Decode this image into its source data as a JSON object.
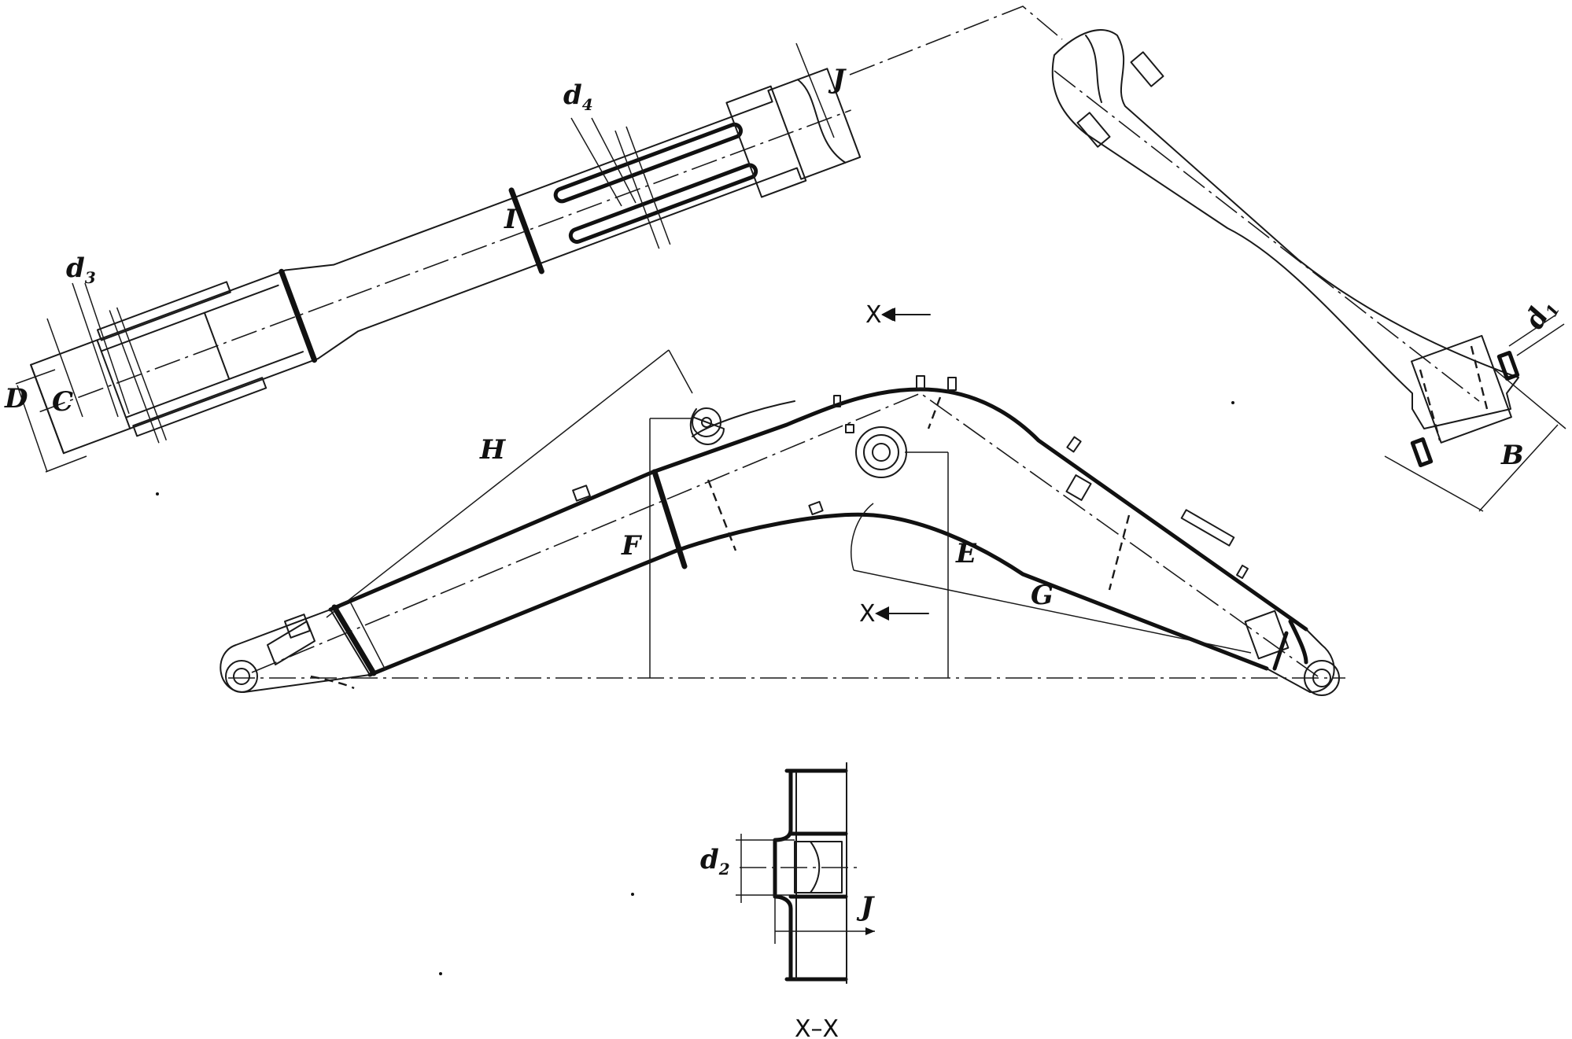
{
  "labels": {
    "D": "D",
    "C": "C",
    "d3": "d",
    "d3_sub": "3",
    "d4": "d",
    "d4_sub": "4",
    "I": "I",
    "J_top": "J",
    "d1": "d",
    "d1_sub": "1",
    "B": "B",
    "H": "H",
    "F": "F",
    "E": "E",
    "G": "G",
    "X_upper": "X",
    "X_lower": "X",
    "d2": "d",
    "d2_sub": "2",
    "J_section": "J",
    "section_caption": "X–X"
  }
}
